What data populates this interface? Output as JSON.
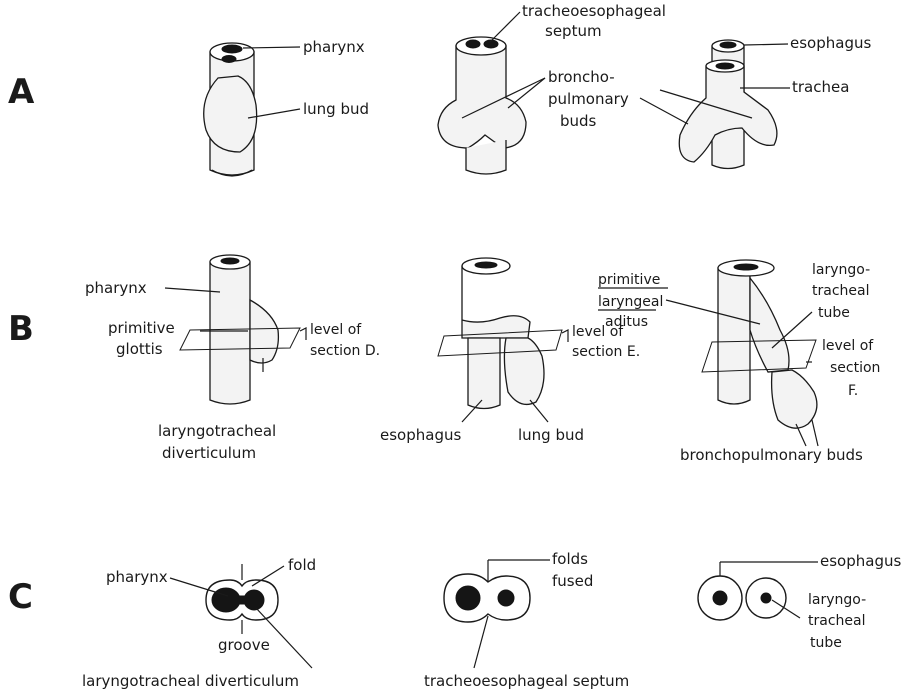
{
  "row_letters": {
    "a": "A",
    "b": "B",
    "c": "C"
  },
  "row_a": {
    "fig1": {
      "pharynx": "pharynx",
      "lung_bud": "lung bud"
    },
    "fig2": {
      "septum_line1": "tracheoesophageal",
      "septum_line2": "septum",
      "buds_line1": "broncho-",
      "buds_line2": "pulmonary",
      "buds_line3": "buds"
    },
    "fig3": {
      "esophagus": "esophagus",
      "trachea": "trachea"
    }
  },
  "row_b": {
    "fig1": {
      "pharynx": "pharynx",
      "glottis_line1": "primitive",
      "glottis_line2": "glottis",
      "level_line1": "level of",
      "level_line2": "section D.",
      "diverticulum_line1": "laryngotracheal",
      "diverticulum_line2": "diverticulum"
    },
    "fig2": {
      "level_line1": "level of",
      "level_line2": "section E.",
      "esophagus": "esophagus",
      "lung_bud": "lung bud"
    },
    "fig3": {
      "aditus_line1": "primitive",
      "aditus_line2": "laryngeal",
      "aditus_line3": "aditus",
      "tube_line1": "laryngo-",
      "tube_line2": "tracheal",
      "tube_line3": "tube",
      "level_line1": "level of",
      "level_line2": "section",
      "level_line3": "F.",
      "buds": "bronchopulmonary buds"
    }
  },
  "row_c": {
    "fig1": {
      "pharynx": "pharynx",
      "fold": "fold",
      "groove": "groove",
      "diverticulum": "laryngotracheal diverticulum"
    },
    "fig2": {
      "folds_line1": "folds",
      "folds_line2": "fused",
      "septum": "tracheoesophageal septum"
    },
    "fig3": {
      "esophagus": "esophagus",
      "tube_line1": "laryngo-",
      "tube_line2": "tracheal",
      "tube_line3": "tube"
    }
  }
}
